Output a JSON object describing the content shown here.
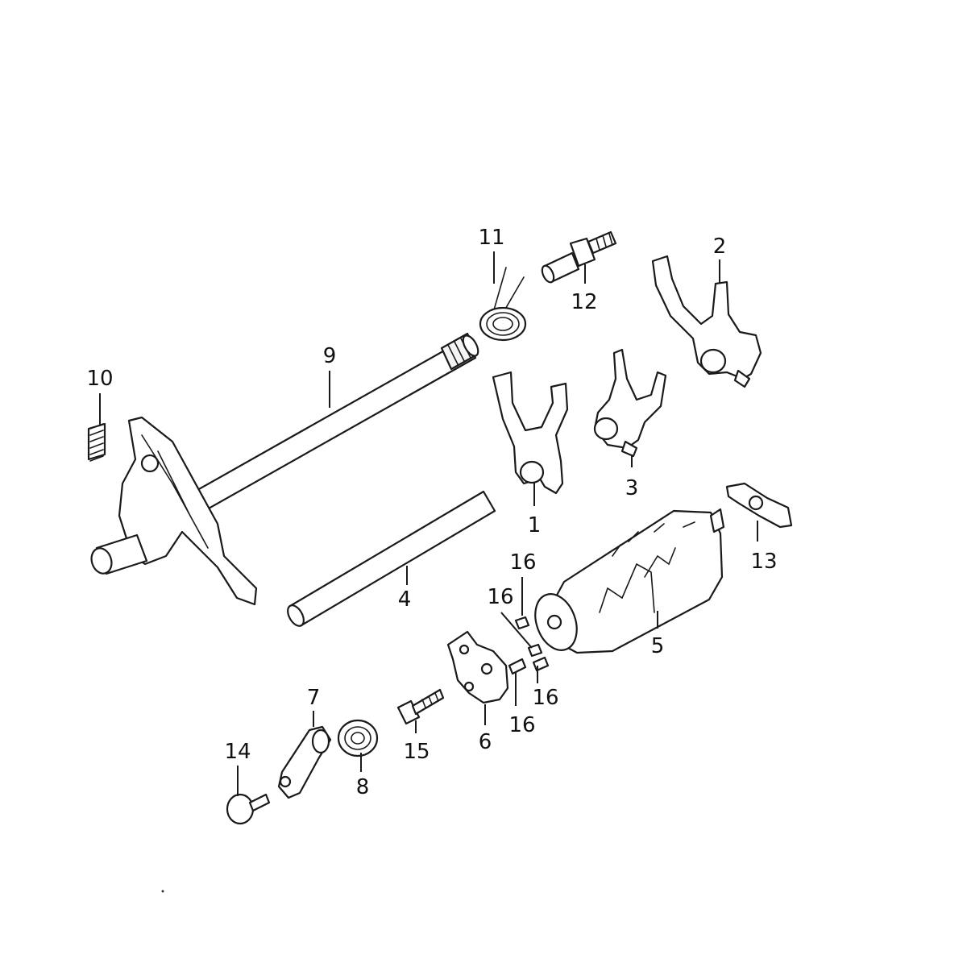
{
  "diagram": {
    "callouts": {
      "c1": "1",
      "c2": "2",
      "c3": "3",
      "c4": "4",
      "c5": "5",
      "c6": "6",
      "c7": "7",
      "c8": "8",
      "c9": "9",
      "c10": "10",
      "c11": "11",
      "c12": "12",
      "c13": "13",
      "c14": "14",
      "c15": "15",
      "c16a": "16",
      "c16b": "16",
      "c16c": "16",
      "c16d": "16"
    }
  }
}
